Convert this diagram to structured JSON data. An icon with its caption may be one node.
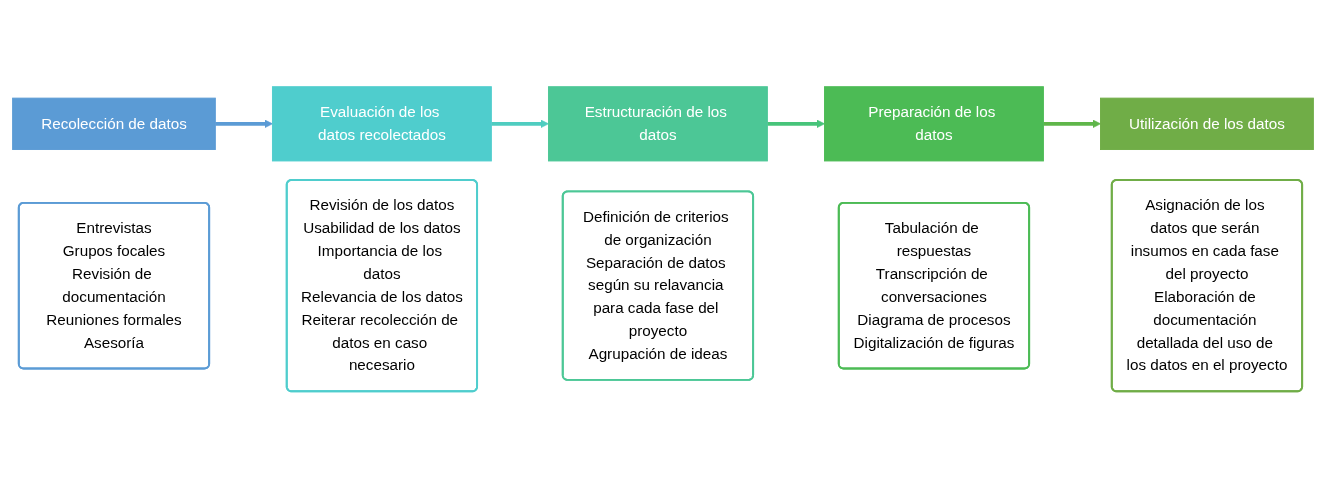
{
  "diagram": {
    "nodes": [
      {
        "text": [
          "Recolección de datos"
        ]
      },
      {
        "text": [
          "Entrevistas",
          "Grupos focales",
          "Revisión de documentación",
          "Reuniones formales",
          "Asesoría"
        ]
      },
      {
        "text": [
          "Evaluación de los datos recolectados"
        ]
      },
      {
        "text": [
          "Revisión de los datos",
          "Usabilidad de los datos",
          "Importancia de los datos",
          "Relevancia de los datos",
          "Reiterar recolección de datos en caso necesario"
        ]
      },
      {
        "text": [
          "Estructuración de los datos"
        ]
      },
      {
        "text": [
          "Definición de criterios de organización",
          "Separación de datos según su relavancia para cada fase del proyecto",
          "Agrupación de ideas"
        ]
      },
      {
        "text": [
          "Preparación de los datos"
        ]
      },
      {
        "text": [
          "Tabulación de respuestas",
          "Transcripción de conversaciones",
          "Diagrama de procesos",
          "Digitalización de figuras"
        ]
      },
      {
        "text": [
          "Utilización de los datos"
        ]
      },
      {
        "text": [
          "Asignación de los datos que serán insumos en cada fase del proyecto",
          "Elaboración de documentación detallada del uso de los datos en el proyecto"
        ]
      }
    ],
    "edges": [
      {
        "from": 0,
        "to": 2,
        "arrow": "to",
        "color": "#5b9bd5"
      },
      {
        "from": 2,
        "to": 4,
        "arrow": "to",
        "color": "#4fcdc0"
      },
      {
        "from": 4,
        "to": 6,
        "arrow": "to",
        "color": "#47c47a"
      },
      {
        "from": 6,
        "to": 8,
        "arrow": "to",
        "color": "#5fb64a"
      }
    ]
  }
}
